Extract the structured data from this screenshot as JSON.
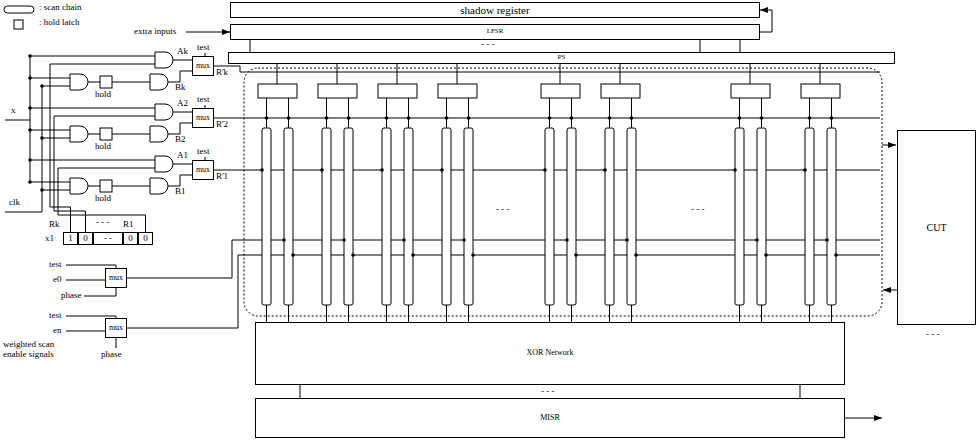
{
  "diagram": {
    "nodes": [
      {
        "text": [
          "shadow register"
        ]
      },
      {
        "text": [
          "LFSR"
        ]
      },
      {
        "text": [
          "PS"
        ]
      },
      {
        "text": [
          "CUT"
        ]
      },
      {
        "text": [
          "XOR Network"
        ]
      },
      {
        "text": [
          "MISR"
        ]
      },
      {
        "text": [
          "mux"
        ]
      },
      {
        "text": [
          "mux"
        ]
      },
      {
        "text": [
          "mux"
        ]
      },
      {
        "text": [
          "1"
        ]
      },
      {
        "text": [
          "0"
        ]
      },
      {
        "text": [
          "- -"
        ]
      },
      {
        "text": [
          "0"
        ]
      },
      {
        "text": [
          "0"
        ]
      },
      {
        "text": [
          "mux"
        ]
      },
      {
        "text": [
          "mux"
        ]
      }
    ],
    "edges": [
      {
        "from": 1,
        "to": 0,
        "arrow": "to"
      },
      {
        "from": 1,
        "to": 2,
        "arrow": "none"
      },
      {
        "from": 4,
        "to": 5,
        "arrow": "none"
      }
    ],
    "labels": [
      "extra inputs",
      "x",
      "clk",
      "test",
      "Ak",
      "R'k",
      "Bk",
      "hold",
      "test",
      "A2",
      "R'2",
      "B2",
      "hold",
      "test",
      "A1",
      "R'1",
      "B1",
      "hold",
      "Rk",
      "- - -",
      "R1",
      "x1",
      "test",
      "e0",
      "phase",
      "test",
      "en",
      "weighted scan enable signals",
      "phase",
      "- - -",
      "- - -",
      "- - -",
      "- - -",
      "- - -"
    ],
    "legend": [
      {
        "text": ": scan chain"
      },
      {
        "text": ": hold latch"
      }
    ]
  }
}
